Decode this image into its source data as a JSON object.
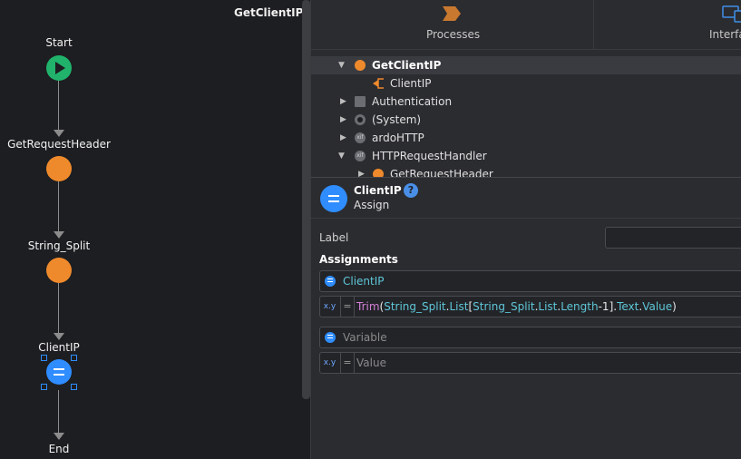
{
  "canvas": {
    "flow_title": "GetClientIP",
    "nodes": [
      {
        "label": "Start",
        "kind": "start"
      },
      {
        "label": "GetRequestHeader",
        "kind": "tool"
      },
      {
        "label": "String_Split",
        "kind": "tool"
      },
      {
        "label": "ClientIP",
        "kind": "assign",
        "selected": true
      },
      {
        "label": "End",
        "kind": "end"
      }
    ]
  },
  "tabs": [
    {
      "label": "Processes",
      "icon": "processes-icon"
    },
    {
      "label": "Interfa",
      "icon": "interface-icon"
    }
  ],
  "tree": {
    "rows": [
      {
        "label": "GetClientIP",
        "icon": "action-icon",
        "expanded": true,
        "bold": true,
        "selected": true
      },
      {
        "label": "ClientIP",
        "icon": "output-parameter-icon"
      },
      {
        "label": "Authentication",
        "icon": "folder-icon",
        "expanded": false
      },
      {
        "label": "(System)",
        "icon": "system-icon",
        "expanded": false
      },
      {
        "label": "ardoHTTP",
        "icon": "extension-icon",
        "expanded": false
      },
      {
        "label": "HTTPRequestHandler",
        "icon": "extension-icon",
        "expanded": true
      },
      {
        "label": "GetRequestHeader",
        "icon": "action-icon",
        "expanded": false
      }
    ]
  },
  "properties": {
    "name": "ClientIP",
    "type": "Assign",
    "help": "?",
    "label_caption": "Label",
    "label_value": "",
    "assignments_title": "Assignments",
    "assignments": [
      {
        "variable": "ClientIP",
        "value_tokens": [
          {
            "t": "Trim",
            "k": "fn"
          },
          {
            "t": "(",
            "k": "punc"
          },
          {
            "t": "String_Split",
            "k": "var"
          },
          {
            "t": ".",
            "k": "punc"
          },
          {
            "t": "List",
            "k": "var"
          },
          {
            "t": "[",
            "k": "punc"
          },
          {
            "t": "String_Split",
            "k": "var"
          },
          {
            "t": ".",
            "k": "punc"
          },
          {
            "t": "List",
            "k": "var"
          },
          {
            "t": ".",
            "k": "punc"
          },
          {
            "t": "Length",
            "k": "var"
          },
          {
            "t": "-1",
            "k": "num"
          },
          {
            "t": "]",
            "k": "punc"
          },
          {
            "t": ".",
            "k": "punc"
          },
          {
            "t": "Text",
            "k": "var"
          },
          {
            "t": ".",
            "k": "punc"
          },
          {
            "t": "Value",
            "k": "var"
          },
          {
            "t": ")",
            "k": "punc"
          }
        ]
      }
    ],
    "new_assignment": {
      "variable_placeholder": "Variable",
      "value_placeholder": "Value"
    },
    "xy_badge": "x.y",
    "eq_sign": "="
  },
  "colors": {
    "start": "#21b36b",
    "tool": "#ef8a2c",
    "assign": "#2f8dff",
    "function_token": "#d37fd6",
    "variable_token": "#5ec7d8"
  }
}
